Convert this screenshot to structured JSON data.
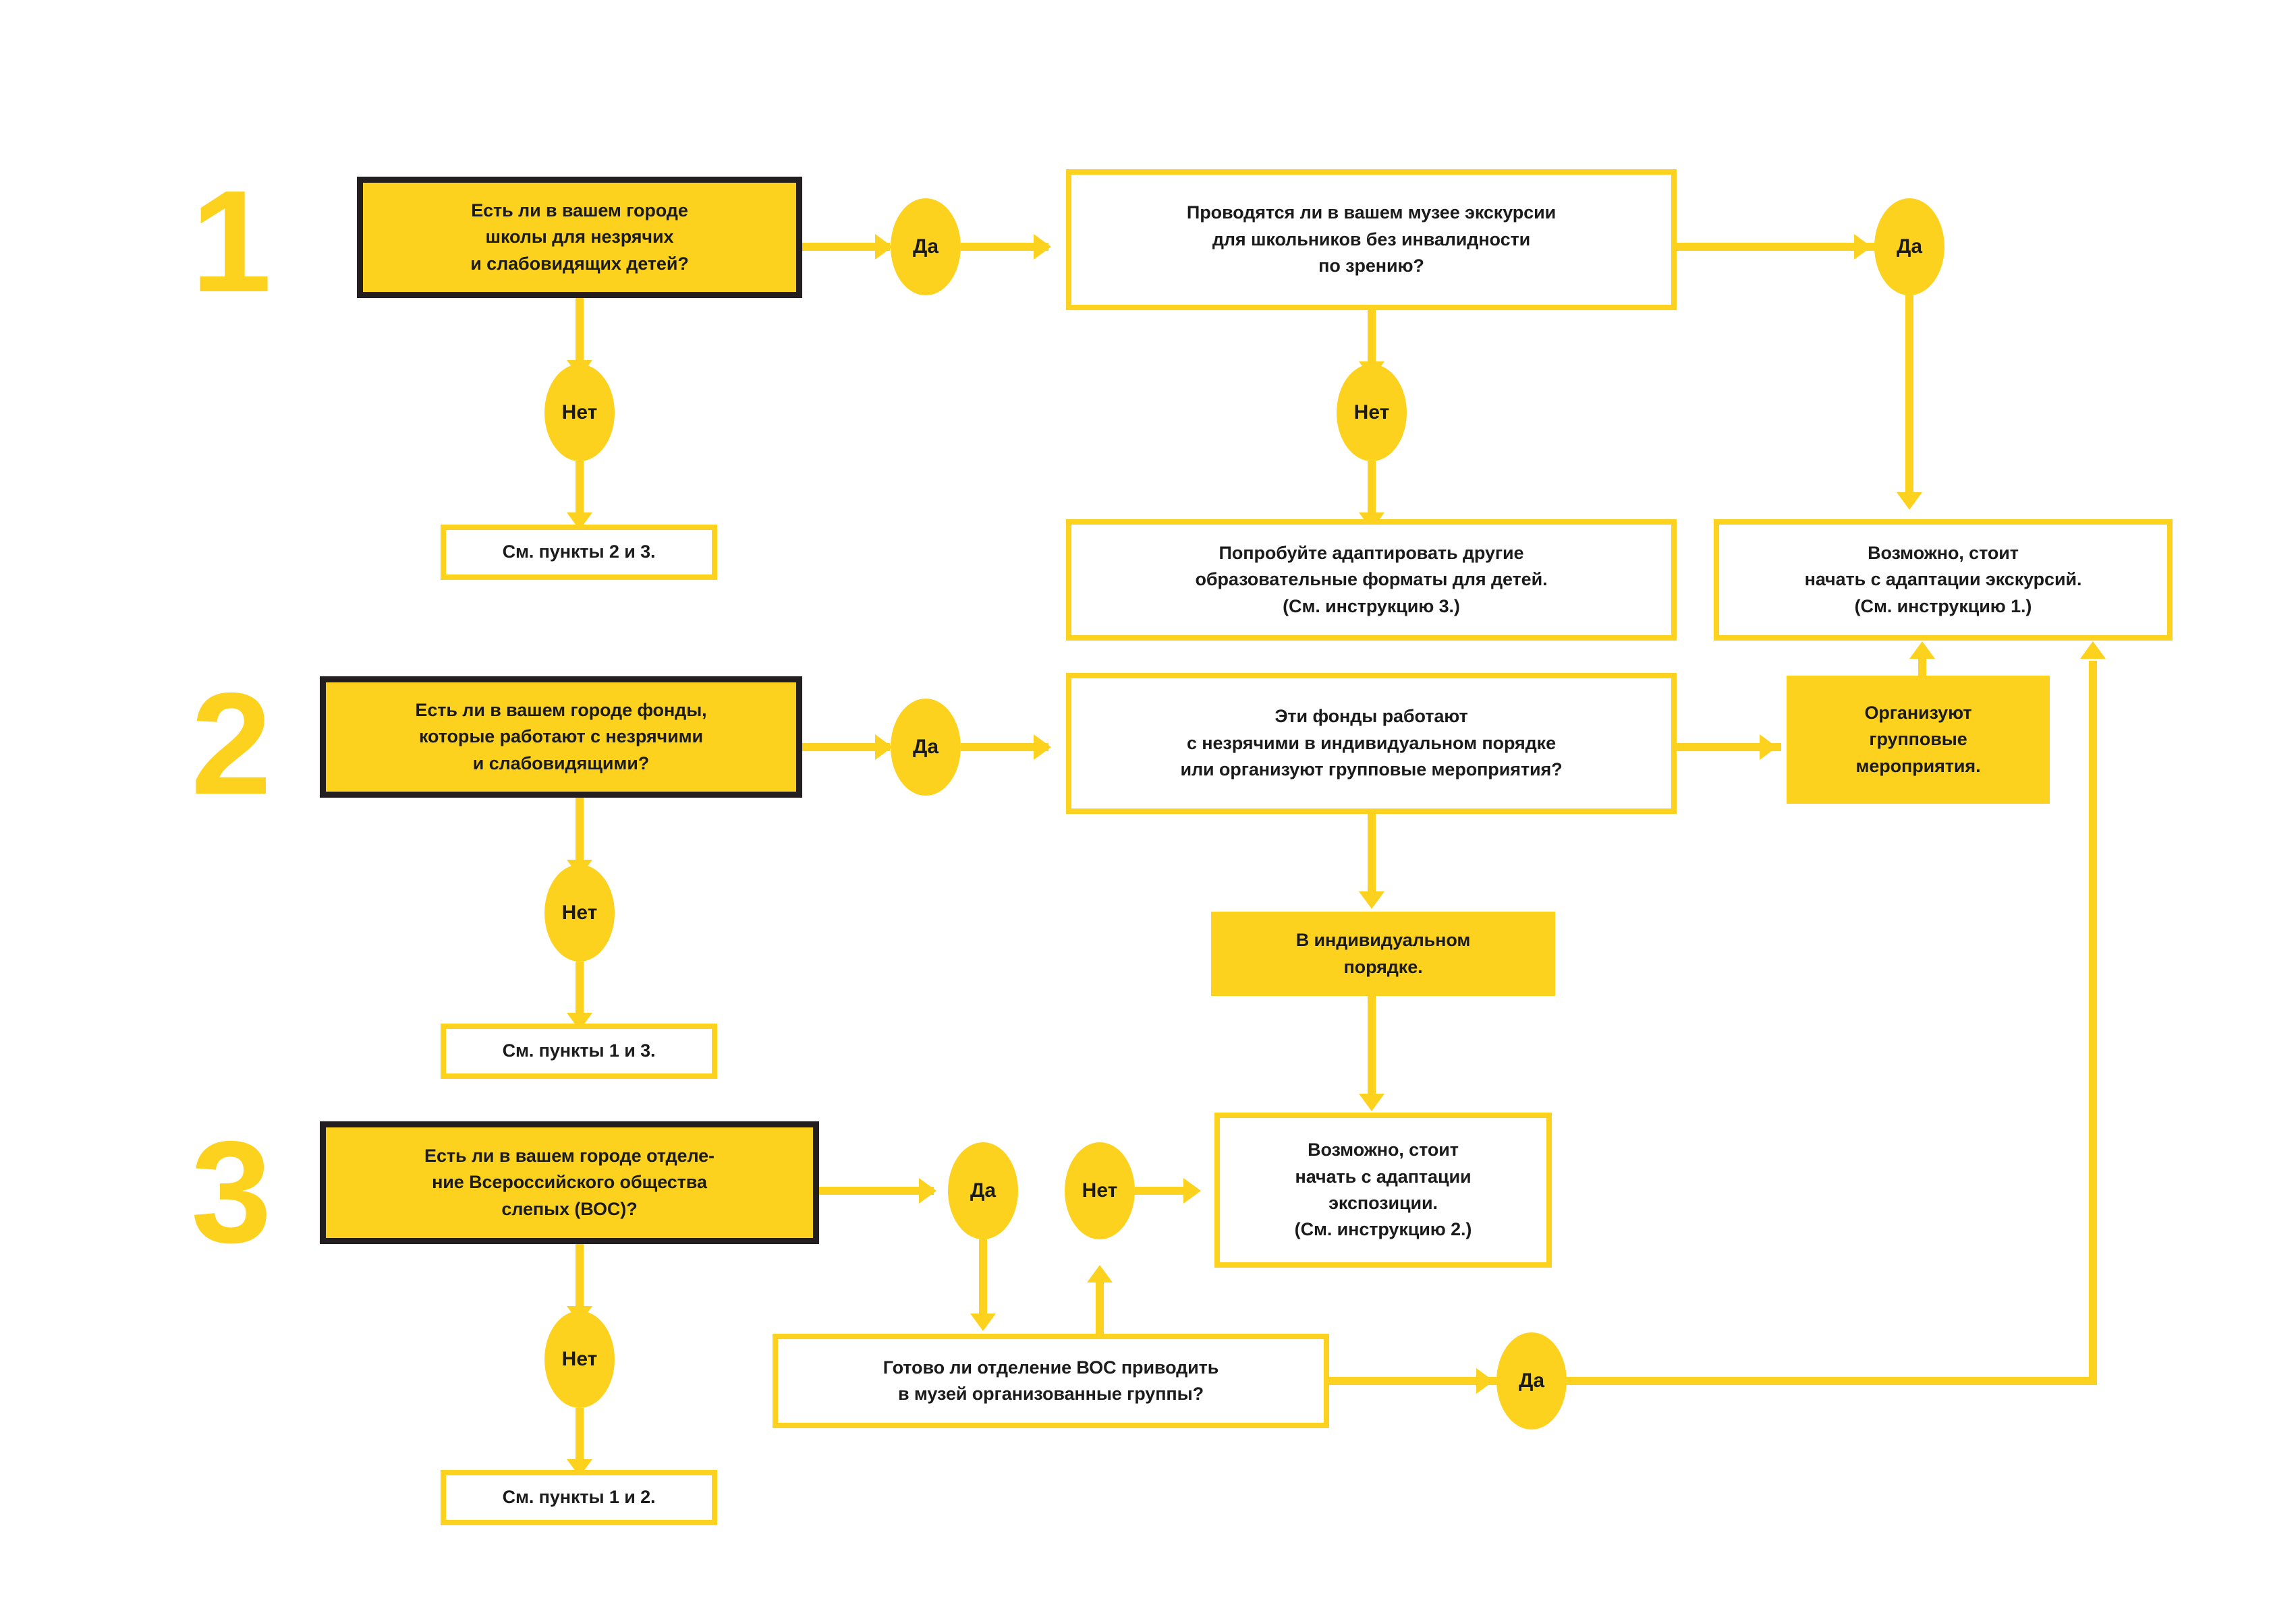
{
  "diagram": {
    "title_visible": false,
    "accent_color": "#FCD21E",
    "outline_color": "#231f20",
    "text_color": "#1b1b1b",
    "background": "#ffffff"
  },
  "labels": {
    "yes": "Да",
    "no": "Нет"
  },
  "steps": [
    {
      "numeral": "1"
    },
    {
      "numeral": "2"
    },
    {
      "numeral": "3"
    }
  ],
  "nodes": {
    "q1": "Есть ли в вашем городе\nшколы для незрячих\nи слабовидящих детей?",
    "q1_no_result": "См. пункты 2 и 3.",
    "q1_yes_next": "Проводятся ли в вашем музее экскурсии\nдля школьников без инвалидности\nпо зрению?",
    "q1b_no_result": "Попробуйте адаптировать другие\nобразовательные форматы для детей.\n(См. инструкцию 3.)",
    "q1b_yes_result": "Возможно, стоит\nначать с адаптации экскурсий.\n(См. инструкцию 1.)",
    "q2": "Есть ли в вашем городе фонды,\nкоторые работают с незрячими\nи слабовидящими?",
    "q2_no_result": "См. пункты 1 и 3.",
    "q2_yes_next": "Эти фонды работают\nс незрячими в индивидуальном порядке\nили организуют групповые мероприятия?",
    "q2_group": "Организуют\nгрупповые\nмероприятия.",
    "q2_individual": "В индивидуальном\nпорядке.",
    "q2_individual_result": "Возможно, стоит\nначать с адаптации\nэкспозиции.\n(См. инструкцию 2.)",
    "q3": "Есть ли в вашем городе отделе-\nние Всероссийского общества\nслепых (ВОС)?",
    "q3_no_result": "См. пункты 1 и 2.",
    "q3_yes_next": "Готово ли отделение ВОС приводить\nв музей организованные группы?"
  },
  "branch_labels": {
    "b1_yes": "Да",
    "b1_no": "Нет",
    "b1b_yes": "Да",
    "b1b_no": "Нет",
    "b2_yes": "Да",
    "b2_no": "Нет",
    "b3_yes": "Да",
    "b3_no": "Нет",
    "b3b_no": "Нет",
    "b3b_yes": "Да"
  }
}
